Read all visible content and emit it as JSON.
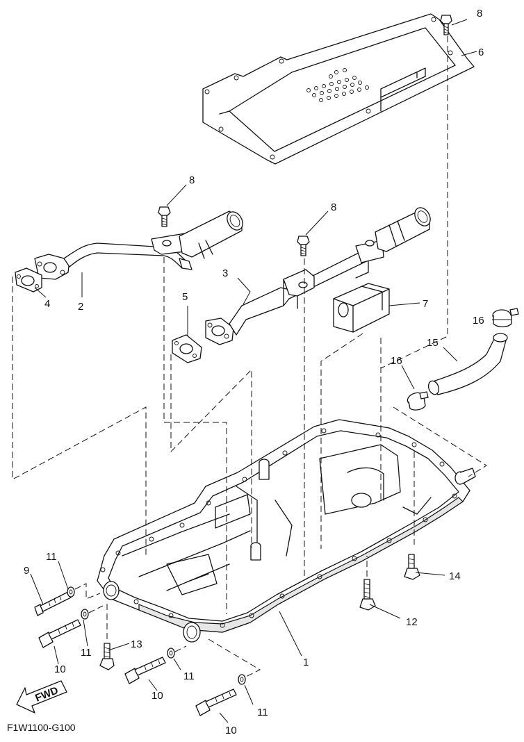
{
  "diagram_code": "F1W1100-G100",
  "fwd_label": "FWD",
  "callouts": {
    "c1": "1",
    "c2": "2",
    "c3": "3",
    "c4": "4",
    "c5": "5",
    "c6": "6",
    "c7": "7",
    "c8a": "8",
    "c8b": "8",
    "c8c": "8",
    "c9": "9",
    "c10a": "10",
    "c10b": "10",
    "c10c": "10",
    "c11a": "11",
    "c11b": "11",
    "c11c": "11",
    "c11d": "11",
    "c12": "12",
    "c13": "13",
    "c14": "14",
    "c15": "15",
    "c16a": "16",
    "c16b": "16"
  }
}
